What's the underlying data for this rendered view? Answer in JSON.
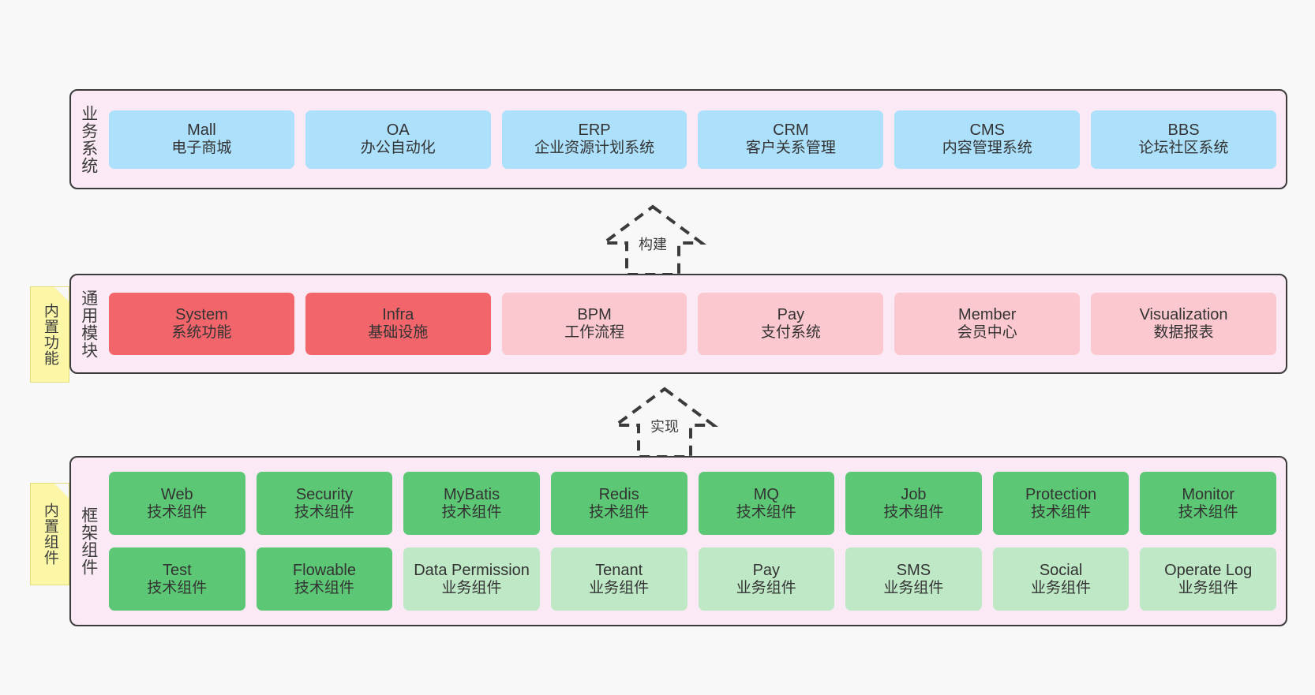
{
  "canvas": {
    "background": "#f8f8f8",
    "accent_container_fill": "#fbeaf5",
    "accent_container_border": "#3b3b3b"
  },
  "notes": [
    {
      "id": "note-modules",
      "text": "内置功能",
      "color": "#fbf7a6"
    },
    {
      "id": "note-frame",
      "text": "内置组件",
      "color": "#fbf7a6"
    }
  ],
  "arrows": [
    {
      "id": "arrow-build",
      "label": "构建",
      "style": "dashed-generalization"
    },
    {
      "id": "arrow-implement",
      "label": "实现",
      "style": "dashed-generalization"
    }
  ],
  "layers": {
    "business": {
      "label": "业务系统",
      "cards": [
        {
          "en": "Mall",
          "cn": "电子商城",
          "color": "#ace0fb"
        },
        {
          "en": "OA",
          "cn": "办公自动化",
          "color": "#ace0fb"
        },
        {
          "en": "ERP",
          "cn": "企业资源计划系统",
          "color": "#ace0fb"
        },
        {
          "en": "CRM",
          "cn": "客户关系管理",
          "color": "#ace0fb"
        },
        {
          "en": "CMS",
          "cn": "内容管理系统",
          "color": "#ace0fb"
        },
        {
          "en": "BBS",
          "cn": "论坛社区系统",
          "color": "#ace0fb"
        }
      ]
    },
    "modules": {
      "label": "通用模块",
      "cards": [
        {
          "en": "System",
          "cn": "系统功能",
          "color": "#f2666b"
        },
        {
          "en": "Infra",
          "cn": "基础设施",
          "color": "#f2666b"
        },
        {
          "en": "BPM",
          "cn": "工作流程",
          "color": "#fbc8cf"
        },
        {
          "en": "Pay",
          "cn": "支付系统",
          "color": "#fbc8cf"
        },
        {
          "en": "Member",
          "cn": "会员中心",
          "color": "#fbc8cf"
        },
        {
          "en": "Visualization",
          "cn": "数据报表",
          "color": "#fbc8cf"
        }
      ]
    },
    "framework": {
      "label": "框架组件",
      "row1": [
        {
          "en": "Web",
          "cn": "技术组件",
          "color": "#5cc875"
        },
        {
          "en": "Security",
          "cn": "技术组件",
          "color": "#5cc875"
        },
        {
          "en": "MyBatis",
          "cn": "技术组件",
          "color": "#5cc875"
        },
        {
          "en": "Redis",
          "cn": "技术组件",
          "color": "#5cc875"
        },
        {
          "en": "MQ",
          "cn": "技术组件",
          "color": "#5cc875"
        },
        {
          "en": "Job",
          "cn": "技术组件",
          "color": "#5cc875"
        },
        {
          "en": "Protection",
          "cn": "技术组件",
          "color": "#5cc875"
        },
        {
          "en": "Monitor",
          "cn": "技术组件",
          "color": "#5cc875"
        }
      ],
      "row2": [
        {
          "en": "Test",
          "cn": "技术组件",
          "color": "#5cc875"
        },
        {
          "en": "Flowable",
          "cn": "技术组件",
          "color": "#5cc875"
        },
        {
          "en": "Data Permission",
          "cn": "业务组件",
          "color": "#bfe8c6"
        },
        {
          "en": "Tenant",
          "cn": "业务组件",
          "color": "#bfe8c6"
        },
        {
          "en": "Pay",
          "cn": "业务组件",
          "color": "#bfe8c6"
        },
        {
          "en": "SMS",
          "cn": "业务组件",
          "color": "#bfe8c6"
        },
        {
          "en": "Social",
          "cn": "业务组件",
          "color": "#bfe8c6"
        },
        {
          "en": "Operate Log",
          "cn": "业务组件",
          "color": "#bfe8c6"
        }
      ]
    }
  }
}
